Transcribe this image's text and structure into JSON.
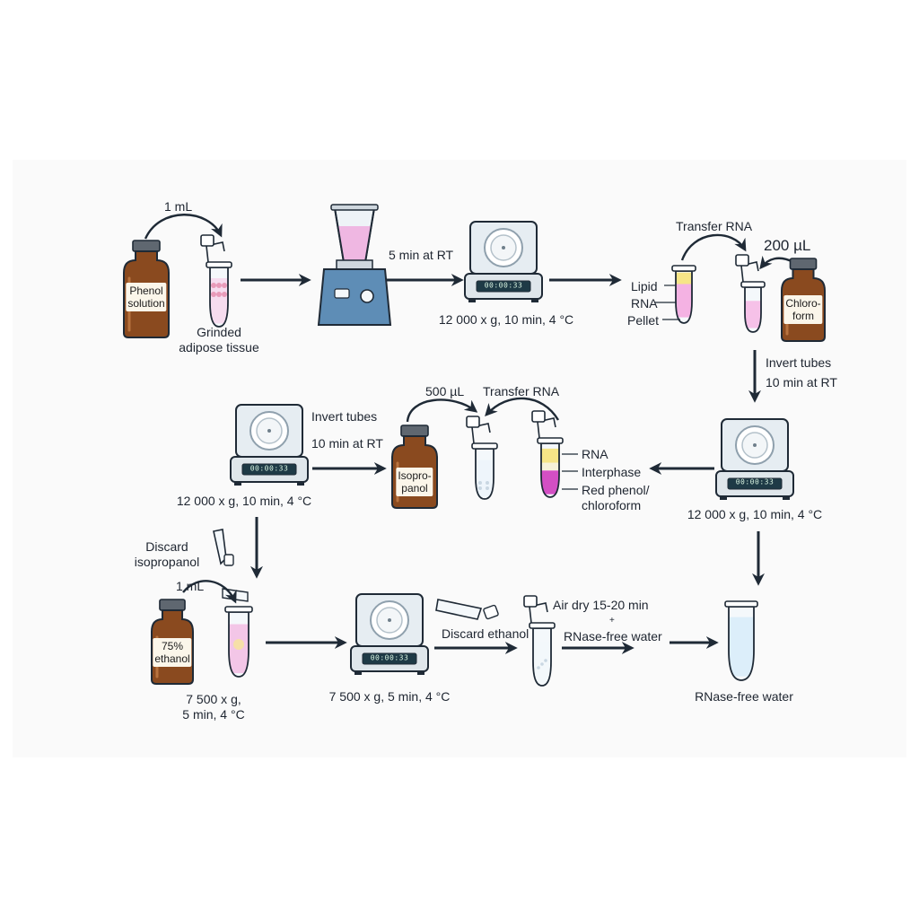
{
  "bottles": {
    "phenol": "Phenol\nsolution",
    "chloroform": "Chloro-\nform",
    "isopropanol": "Isopro-\npanol",
    "ethanol": "75%\nethanol"
  },
  "centrifuge_display": "00:00:33",
  "labels": {
    "phenol_volume": "1 mL",
    "grinded_tissue": "Grinded\nadipose tissue",
    "homogenize_time": "5 min at RT",
    "spin_1": "12 000 x g, 10 min, 4 °C",
    "transfer_rna_1": "Transfer RNA",
    "chloroform_volume": "200 µL",
    "layer_lipid": "Lipid",
    "layer_rna": "RNA",
    "layer_pellet": "Pellet",
    "invert_tubes_1": "Invert tubes",
    "invert_time_1": "10 min at RT",
    "spin_2": "12 000 x g, 10 min, 4 °C",
    "phase_rna": "RNA",
    "phase_interphase": "Interphase",
    "phase_red": "Red phenol/\nchloroform",
    "transfer_rna_2": "Transfer RNA",
    "isopropanol_volume": "500 µL",
    "invert_tubes_2": "Invert tubes",
    "invert_time_2": "10 min at RT",
    "spin_3": "12 000 x g,  10 min, 4 °C",
    "discard_isopropanol": "Discard\nisopropanol",
    "ethanol_volume": "1 mL",
    "spin_4": "7 500 x g,\n5 min, 4 °C",
    "spin_5": "7 500 x g, 5 min, 4 °C",
    "discard_ethanol": "Discard ethanol",
    "air_dry": "Air dry 15-20 min",
    "plus": "+",
    "rnase_water_step": "RNase-free water",
    "rnase_water_final": "RNase-free water"
  }
}
